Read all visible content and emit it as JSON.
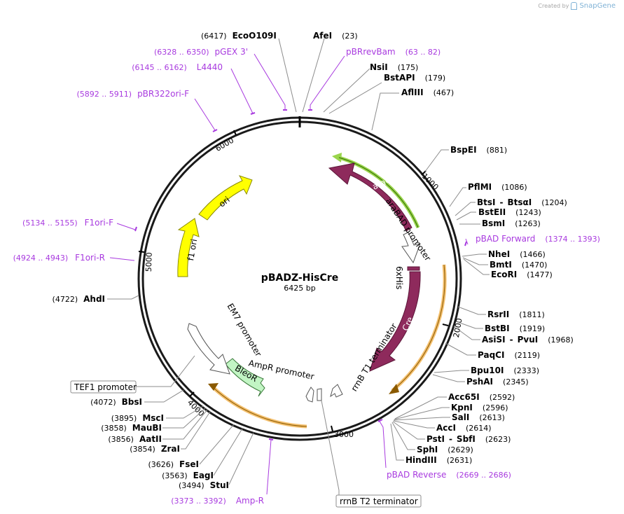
{
  "brand": {
    "created_by": "Created by",
    "product": "SnapGene"
  },
  "plasmid": {
    "name": "pBADZ-HisCre",
    "length_label": "6425 bp"
  },
  "ticks": [
    "1000",
    "2000",
    "3000",
    "4000",
    "5000",
    "6000"
  ],
  "enzymes": [
    {
      "id": "ecoo109i",
      "name": "EcoO109I",
      "pos": "(6417)"
    },
    {
      "id": "afei",
      "name": "AfeI",
      "pos": "(23)"
    },
    {
      "id": "nsii",
      "name": "NsiI",
      "pos": "(175)"
    },
    {
      "id": "bstapi",
      "name": "BstAPI",
      "pos": "(179)"
    },
    {
      "id": "aflii",
      "name": "AflIII",
      "pos": "(467)"
    },
    {
      "id": "bspei",
      "name": "BspEI",
      "pos": "(881)"
    },
    {
      "id": "pflmi",
      "name": "PflMI",
      "pos": "(1086)"
    },
    {
      "id": "btsi",
      "name": "BtsI",
      "sep": "-",
      "name2": "BtsαI",
      "pos": "(1204)"
    },
    {
      "id": "bsteii",
      "name": "BstEII",
      "pos": "(1243)"
    },
    {
      "id": "bsmi",
      "name": "BsmI",
      "pos": "(1263)"
    },
    {
      "id": "nhei",
      "name": "NheI",
      "pos": "(1466)"
    },
    {
      "id": "bmti",
      "name": "BmtI",
      "pos": "(1470)"
    },
    {
      "id": "ecori",
      "name": "EcoRI",
      "pos": "(1477)"
    },
    {
      "id": "rsrii",
      "name": "RsrII",
      "pos": "(1811)"
    },
    {
      "id": "bstbi",
      "name": "BstBI",
      "pos": "(1919)"
    },
    {
      "id": "asisi",
      "name": "AsiSI",
      "sep": "-",
      "name2": "PvuI",
      "pos": "(1968)"
    },
    {
      "id": "paqci",
      "name": "PaqCI",
      "pos": "(2119)"
    },
    {
      "id": "bpu10i",
      "name": "Bpu10I",
      "pos": "(2333)"
    },
    {
      "id": "pshai",
      "name": "PshAI",
      "pos": "(2345)"
    },
    {
      "id": "acc65i",
      "name": "Acc65I",
      "pos": "(2592)"
    },
    {
      "id": "kpni",
      "name": "KpnI",
      "pos": "(2596)"
    },
    {
      "id": "sali",
      "name": "SalI",
      "pos": "(2613)"
    },
    {
      "id": "acci",
      "name": "AccI",
      "pos": "(2614)"
    },
    {
      "id": "psti",
      "name": "PstI",
      "sep": "-",
      "name2": "SbfI",
      "pos": "(2623)"
    },
    {
      "id": "sphi",
      "name": "SphI",
      "pos": "(2629)"
    },
    {
      "id": "hindiii",
      "name": "HindIII",
      "pos": "(2631)"
    },
    {
      "id": "stui",
      "name": "StuI",
      "pos": "(3494)"
    },
    {
      "id": "eagi",
      "name": "EagI",
      "pos": "(3563)"
    },
    {
      "id": "fsei",
      "name": "FseI",
      "pos": "(3626)"
    },
    {
      "id": "zrai",
      "name": "ZraI",
      "pos": "(3854)"
    },
    {
      "id": "aatii",
      "name": "AatII",
      "pos": "(3856)"
    },
    {
      "id": "maubi",
      "name": "MauBI",
      "pos": "(3858)"
    },
    {
      "id": "msci",
      "name": "MscI",
      "pos": "(3895)"
    },
    {
      "id": "bbsi",
      "name": "BbsI",
      "pos": "(4072)"
    },
    {
      "id": "ahdi",
      "name": "AhdI",
      "pos": "(4722)"
    }
  ],
  "primers": [
    {
      "id": "pbrrevbam",
      "name": "pBRrevBam",
      "pos": "(63 .. 82)"
    },
    {
      "id": "pgex3",
      "name": "pGEX 3'",
      "pos": "(6328 .. 6350)"
    },
    {
      "id": "l4440",
      "name": "L4440",
      "pos": "(6145 .. 6162)"
    },
    {
      "id": "pbr322ori",
      "name": "pBR322ori-F",
      "pos": "(5892 .. 5911)"
    },
    {
      "id": "pbadfwd",
      "name": "pBAD Forward",
      "pos": "(1374 .. 1393)"
    },
    {
      "id": "f1orif",
      "name": "F1ori-F",
      "pos": "(5134 .. 5155)"
    },
    {
      "id": "f1orir",
      "name": "F1ori-R",
      "pos": "(4924 .. 4943)"
    },
    {
      "id": "pbadrev",
      "name": "pBAD Reverse",
      "pos": "(2669 .. 2686)"
    },
    {
      "id": "ampr_primer",
      "name": "Amp-R",
      "pos": "(3373 .. 3392)"
    }
  ],
  "features": {
    "arac": "araC",
    "arabad": "araBAD promoter",
    "his": "6xHis",
    "cre": "Cre",
    "rrnbt1": "rrnB T1 terminator",
    "rrnbt2": "rrnB T2 terminator",
    "amprprom": "AmpR promoter",
    "bleor": "BleoR",
    "em7": "EM7 promoter",
    "tef1": "TEF1 promoter",
    "ori": "ori",
    "f1ori": "f1 ori"
  },
  "colors": {
    "arac": "#8e2a5c",
    "cre": "#8e2a5c",
    "ori": "#ffff00",
    "bleor": "#c2f5c4",
    "primer": "#a83adf",
    "orange_outline": "#f4c06f",
    "green_outline": "#9ad54c"
  }
}
